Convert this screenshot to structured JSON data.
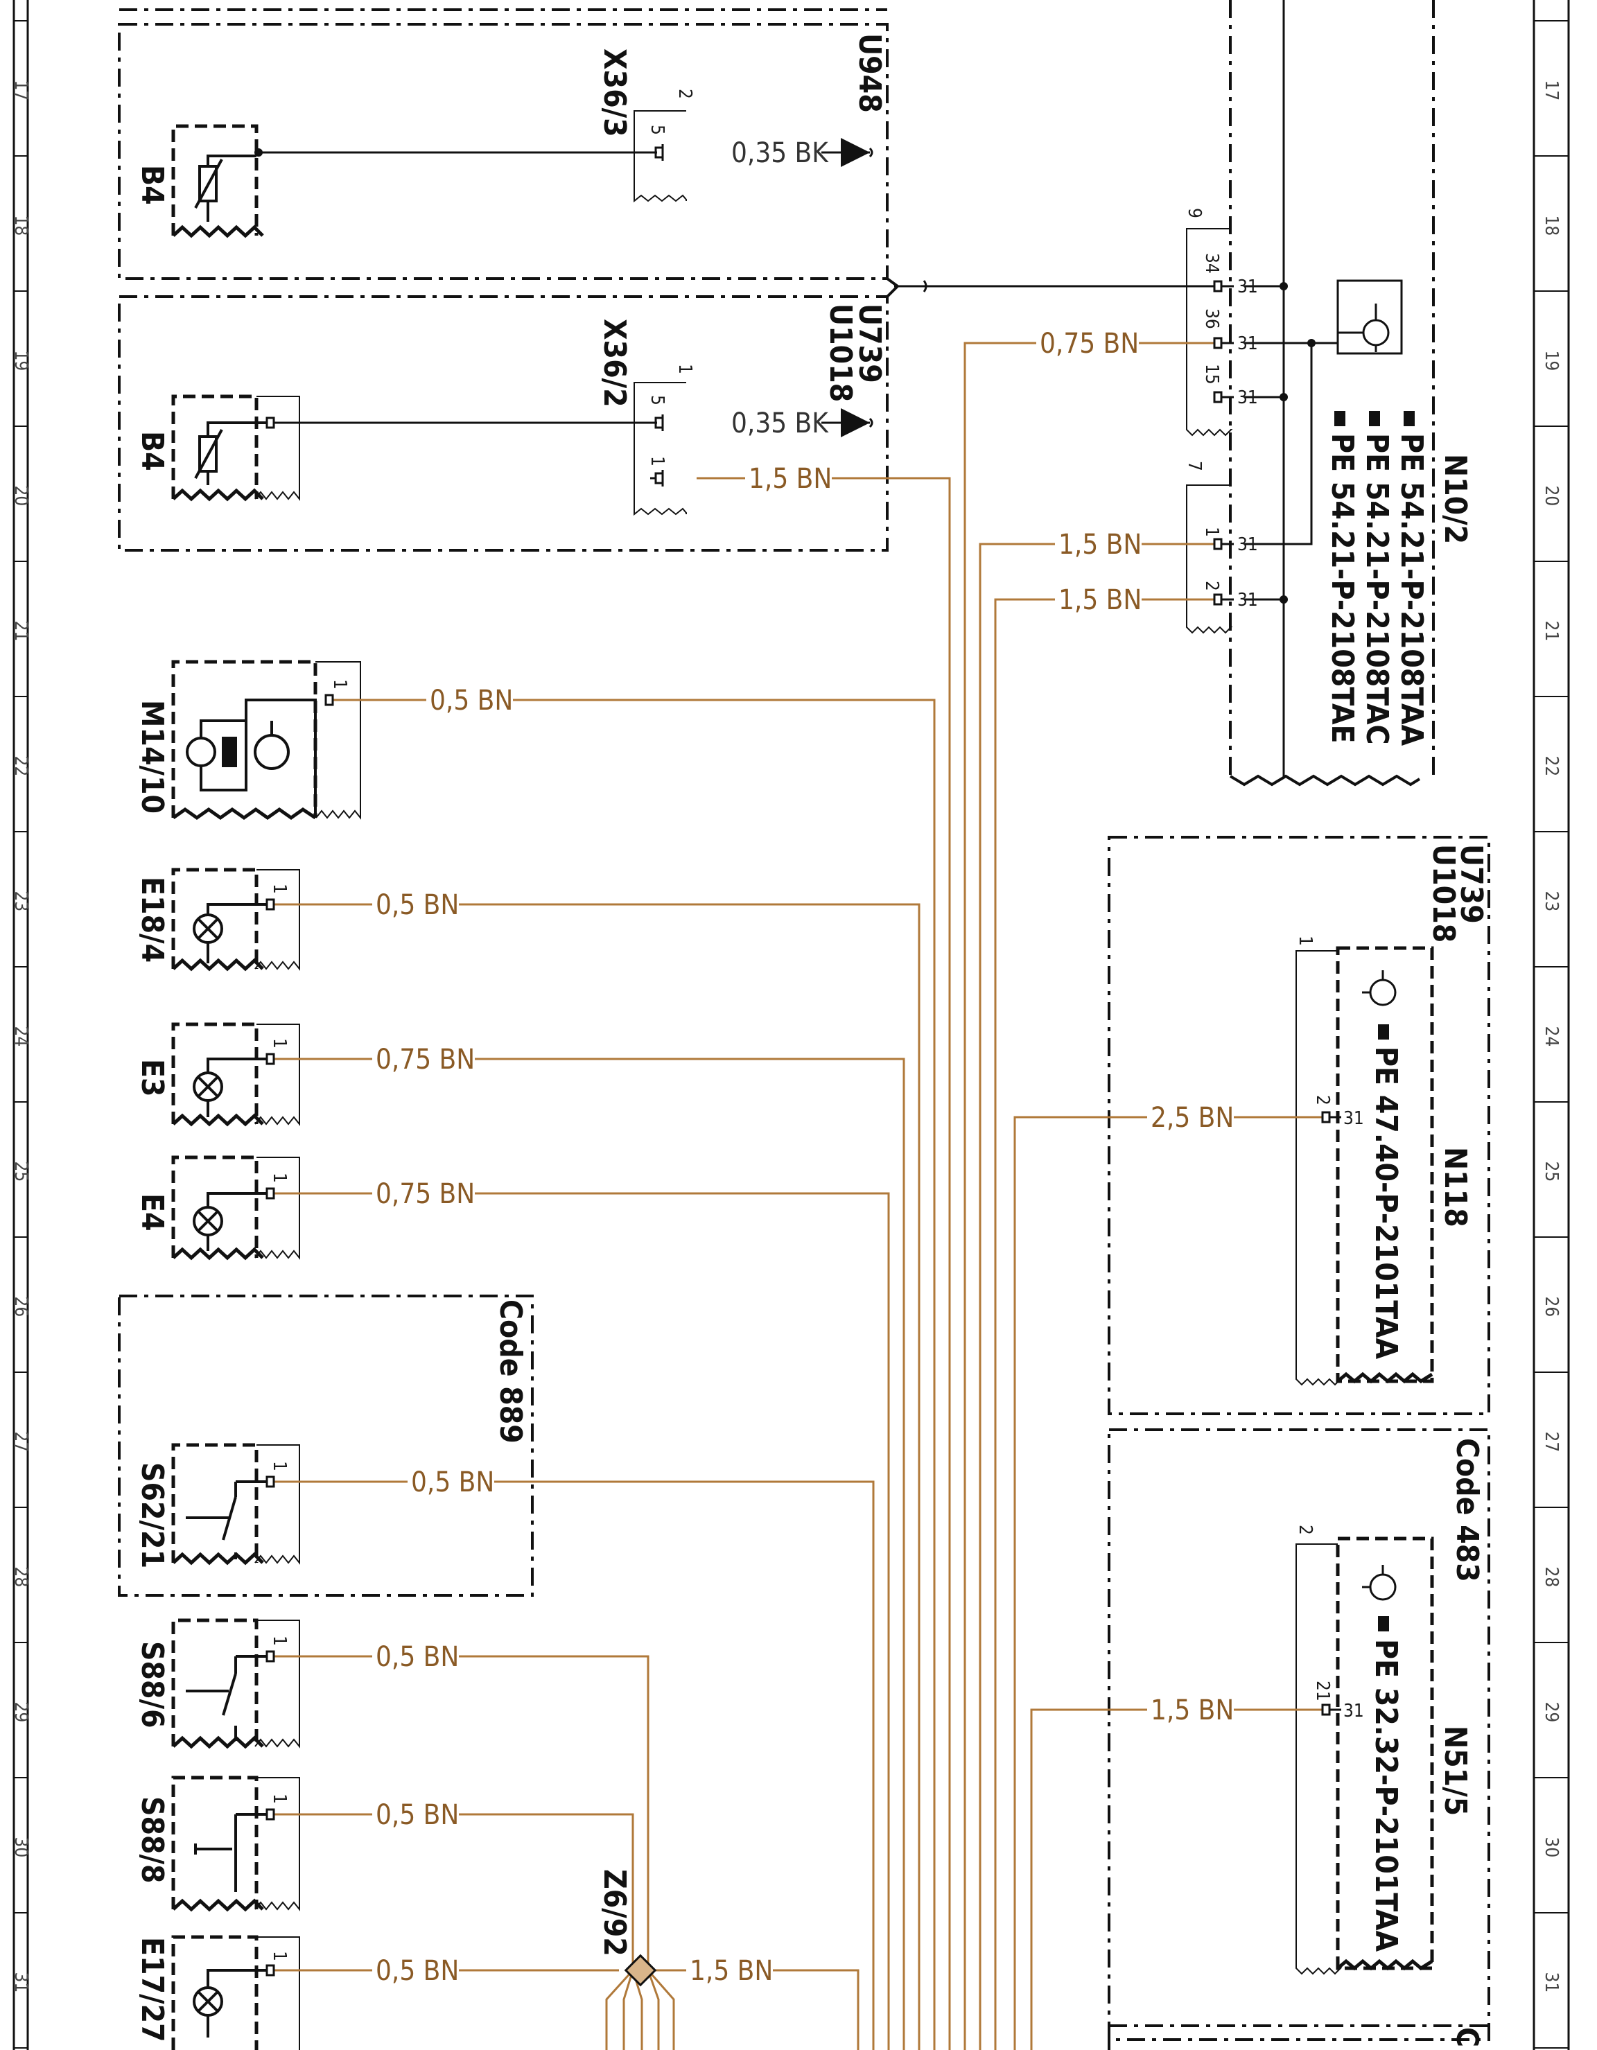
{
  "colors": {
    "wire_bn": "#b0793a",
    "wire_bk": "#111111",
    "frame": "#111111",
    "ink": "#111111"
  },
  "grid_rows": [
    "17",
    "18",
    "19",
    "20",
    "21",
    "22",
    "23",
    "24",
    "25",
    "26",
    "27",
    "28",
    "29",
    "30",
    "31"
  ],
  "components": {
    "b4_top": "B4",
    "b4_bot": "B4",
    "m14": "M14/10",
    "e18": "E18/4",
    "e3": "E3",
    "e4": "E4",
    "s62": "S62/21",
    "s886": "S88/6",
    "s888": "S88/8",
    "e17": "E17/27",
    "z6": "Z6/92",
    "x363": "X36/3",
    "x362": "X36/2",
    "n102": "N10/2",
    "n118": "N118",
    "n515": "N51/5"
  },
  "groups": {
    "u948": "U948",
    "u739_a": "U739",
    "u1018_a": "U1018",
    "u739_b": "U739",
    "u1018_b": "U1018",
    "code889": "Code 889",
    "code483": "Code 483",
    "code_c": "C"
  },
  "wires": {
    "w_b4a": "0,35 BK",
    "w_b4b": "0,35 BK",
    "w_x362": "1,5 BN",
    "w_n10_36": "0,75 BN",
    "w_n10_1": "1,5 BN",
    "w_n10_2": "1,5 BN",
    "w_m14": "0,5 BN",
    "w_e18": "0,5 BN",
    "w_e3": "0,75 BN",
    "w_e4": "0,75 BN",
    "w_n118": "2,5 BN",
    "w_s62": "0,5 BN",
    "w_s886": "0,5 BN",
    "w_n515": "1,5 BN",
    "w_s888": "0,5 BN",
    "w_e17": "0,5 BN",
    "w_z6": "1,5 BN"
  },
  "pins": {
    "x363_conn": "2",
    "x363_pin": "5",
    "x362_conn": "1",
    "x362_pin5": "5",
    "x362_pin1": "1",
    "n10_c9": "9",
    "n10_34": "34",
    "n10_36": "36",
    "n10_15": "15",
    "n10_c7": "7",
    "n10_1": "1",
    "n10_2": "2",
    "n10_31a": "31",
    "n10_31b": "31",
    "n10_31c": "31",
    "n10_31d": "31",
    "n10_31e": "31",
    "m14_1": "1",
    "e18_1": "1",
    "e3_1": "1",
    "e4_1": "1",
    "s62_1": "1",
    "s886_1": "1",
    "s888_1": "1",
    "e17_1": "1",
    "n118_c": "1",
    "n118_p": "2",
    "n118_31": "31",
    "n515_c": "2",
    "n515_p": "21",
    "n515_31": "31"
  },
  "pe_refs": {
    "n102": [
      "PE 54.21-P-2108TAA",
      "PE 54.21-P-2108TAC",
      "PE 54.21-P-2108TAE"
    ],
    "n118": "PE 47.40-P-2101TAA",
    "n515": "PE 32.32-P-2101TAA"
  }
}
